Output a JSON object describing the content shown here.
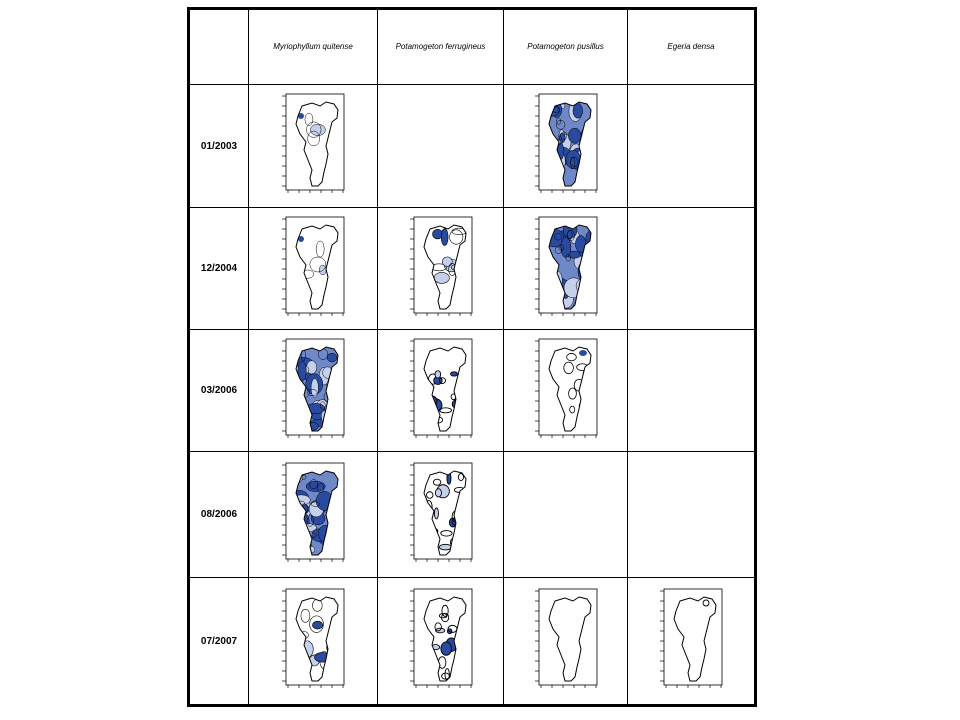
{
  "table": {
    "columns": [
      "Myriophyllum quitense",
      "Potamogeton ferrugineus",
      "Potamogeton pusillus",
      "Egeria densa"
    ],
    "rows": [
      {
        "label": "01/2003",
        "maps": [
          "light-sparse",
          "none",
          "dense-blue",
          "none"
        ]
      },
      {
        "label": "12/2004",
        "maps": [
          "light-sparse",
          "medium-contours",
          "dense-blue",
          "none"
        ]
      },
      {
        "label": "03/2006",
        "maps": [
          "dense-blue",
          "dark-contours",
          "sparse-contours",
          "none"
        ]
      },
      {
        "label": "08/2006",
        "maps": [
          "dense-blue",
          "dark-contours",
          "none",
          "none"
        ]
      },
      {
        "label": "07/2007",
        "maps": [
          "medium-contours",
          "dark-contours",
          "outline-only",
          "outline-only"
        ]
      }
    ]
  },
  "colors": {
    "fill_dark": "#2a4aa0",
    "fill_mid": "#6f88c8",
    "fill_light": "#c5d0ec",
    "line": "#000000"
  }
}
